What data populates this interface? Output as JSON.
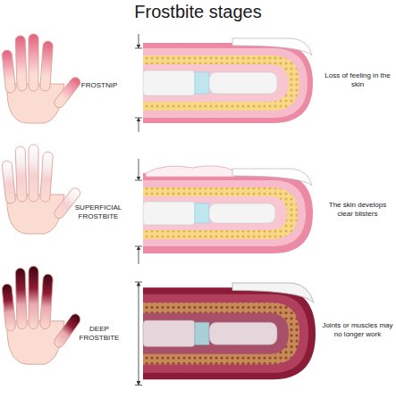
{
  "diagram": {
    "title": "Frostbite stages",
    "labels": [
      "FROSTNIP",
      "Loss of feeling in the skin",
      "SUPERFICIAL FROSTBITE",
      "The skin develops clear blisters",
      "DEEP FROSTBITE",
      "Joints or muscles may no longer work"
    ]
  }
}
